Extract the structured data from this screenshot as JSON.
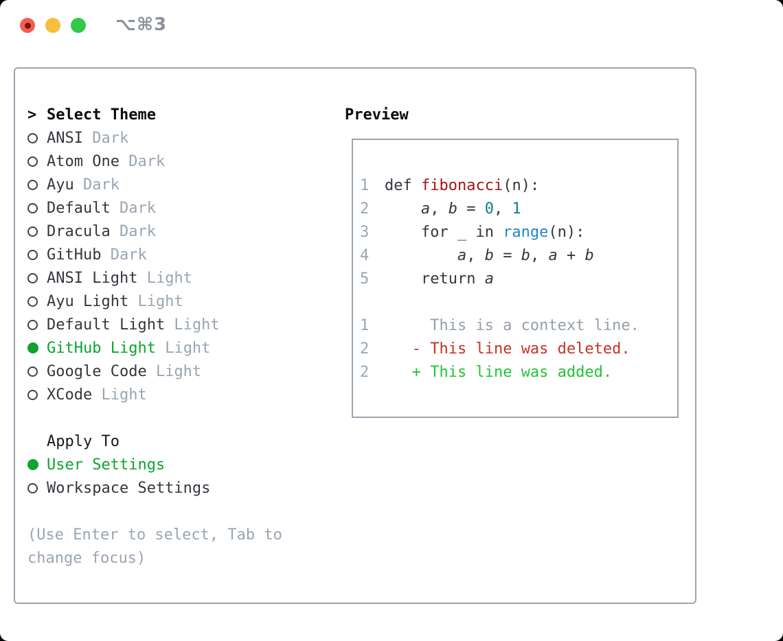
{
  "window": {
    "title": "⌥⌘3"
  },
  "titlebar": {
    "close_label": "close",
    "minimize_label": "minimize",
    "zoom_label": "zoom"
  },
  "theme_menu": {
    "prompt": ">",
    "header": "Select Theme",
    "items": [
      {
        "name": "ANSI",
        "variant": "Dark",
        "selected": false
      },
      {
        "name": "Atom One",
        "variant": "Dark",
        "selected": false
      },
      {
        "name": "Ayu",
        "variant": "Dark",
        "selected": false
      },
      {
        "name": "Default",
        "variant": "Dark",
        "selected": false
      },
      {
        "name": "Dracula",
        "variant": "Dark",
        "selected": false
      },
      {
        "name": "GitHub",
        "variant": "Dark",
        "selected": false
      },
      {
        "name": "ANSI Light",
        "variant": "Light",
        "selected": false
      },
      {
        "name": "Ayu Light",
        "variant": "Light",
        "selected": false
      },
      {
        "name": "Default Light",
        "variant": "Light",
        "selected": false
      },
      {
        "name": "GitHub Light",
        "variant": "Light",
        "selected": true
      },
      {
        "name": "Google Code",
        "variant": "Light",
        "selected": false
      },
      {
        "name": "XCode",
        "variant": "Light",
        "selected": false
      }
    ]
  },
  "apply_to": {
    "header": "Apply To",
    "options": [
      {
        "label": "User Settings",
        "selected": true
      },
      {
        "label": "Workspace Settings",
        "selected": false
      }
    ]
  },
  "hint": {
    "line1": "(Use Enter to select, Tab to",
    "line2": "change focus)"
  },
  "preview": {
    "title": "Preview",
    "lines": [
      {
        "num": "1",
        "segments": [
          [
            "plain",
            "def "
          ],
          [
            "function",
            "fibonacci"
          ],
          [
            "plain",
            "(n):"
          ]
        ]
      },
      {
        "num": "2",
        "segments": [
          [
            "plain",
            "    "
          ],
          [
            "variable",
            "a"
          ],
          [
            "plain",
            ", "
          ],
          [
            "variable",
            "b"
          ],
          [
            "plain",
            " = "
          ],
          [
            "number",
            "0"
          ],
          [
            "plain",
            ", "
          ],
          [
            "number",
            "1"
          ]
        ]
      },
      {
        "num": "3",
        "segments": [
          [
            "plain",
            "    for _ in "
          ],
          [
            "builtin",
            "range"
          ],
          [
            "plain",
            "(n):"
          ]
        ]
      },
      {
        "num": "4",
        "segments": [
          [
            "plain",
            "        "
          ],
          [
            "variable",
            "a"
          ],
          [
            "plain",
            ", "
          ],
          [
            "variable",
            "b"
          ],
          [
            "plain",
            " = "
          ],
          [
            "variable",
            "b"
          ],
          [
            "plain",
            ", "
          ],
          [
            "variable",
            "a"
          ],
          [
            "plain",
            " + "
          ],
          [
            "variable",
            "b"
          ]
        ]
      },
      {
        "num": "5",
        "segments": [
          [
            "plain",
            "    return "
          ],
          [
            "variable",
            "a"
          ]
        ]
      },
      {
        "num": "",
        "segments": []
      },
      {
        "num": "1",
        "segments": [
          [
            "context",
            "     This is a context line."
          ]
        ]
      },
      {
        "num": "2",
        "segments": [
          [
            "plain",
            "   "
          ],
          [
            "deleted",
            "- This line was deleted."
          ]
        ]
      },
      {
        "num": "2",
        "segments": [
          [
            "plain",
            "   "
          ],
          [
            "added",
            "+ This line was added."
          ]
        ]
      }
    ]
  },
  "colors": {
    "background": "#000000",
    "window": "#ffffff",
    "panel_border": "#9aa4af",
    "text_dark": "#33373d",
    "text_gray": "#9aa5b2",
    "selected_green": "#0da32f",
    "function_red": "#a31515",
    "number_teal": "#0f7b8a",
    "builtin_blue": "#1f87c5",
    "diff_deleted": "#c4331f",
    "diff_added": "#21c337",
    "traffic_red": "#f25f51",
    "traffic_yellow": "#f7bd3c",
    "traffic_green": "#34c748"
  }
}
